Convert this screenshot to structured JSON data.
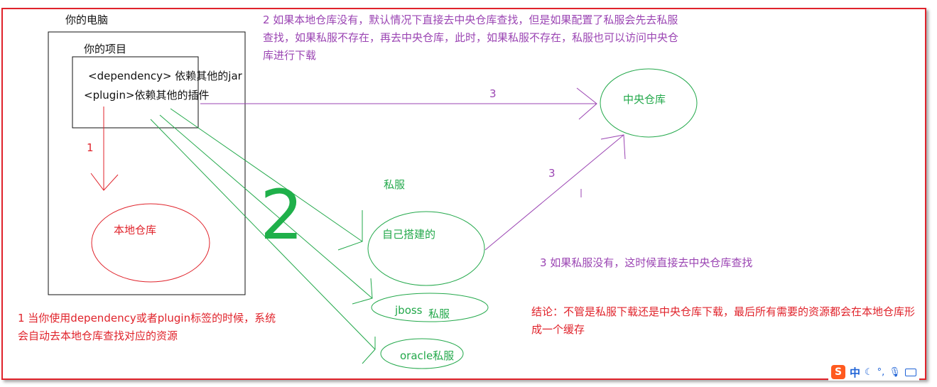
{
  "labels": {
    "your_computer": "你的电脑",
    "your_project": "你的项目",
    "dependency_line": "<dependency> 依赖其他的jar",
    "plugin_line": "<plugin>依赖其他的插件",
    "local_repo": "本地仓库",
    "central_repo": "中央仓库",
    "private_server": "私服",
    "self_built": "自己搭建的",
    "jboss": "jboss",
    "jboss_private": "私服",
    "oracle_private": "oracle私服",
    "big_number": "2",
    "step1": "1",
    "step3_top": "3",
    "step3_mid": "3"
  },
  "notes": {
    "note2": "2 如果本地仓库没有，默认情况下直接去中央仓库查找，但是如果配置了私服会先去私服查找，如果私服不存在，再去中央仓库，此时，如果私服不存在，私服也可以访问中央仓库进行下载",
    "note3": "3 如果私服没有，这时候直接去中央仓库查找",
    "conclusion": "结论：不管是私服下载还是中央仓库下载，最后所有需要的资源都会在本地仓库形成一个缓存",
    "note1": "1 当你使用dependency或者plugin标签的时候，系统会自动去本地仓库查找对应的资源"
  },
  "tray": {
    "logo": "S",
    "lang": "中",
    "icons": [
      "moon-icon",
      "punctuation-icon",
      "mic-icon",
      "keyboard-icon"
    ]
  },
  "colors": {
    "red": "#e0232b",
    "green": "#22a84a",
    "purple": "#9b45b3",
    "black": "#111111"
  }
}
